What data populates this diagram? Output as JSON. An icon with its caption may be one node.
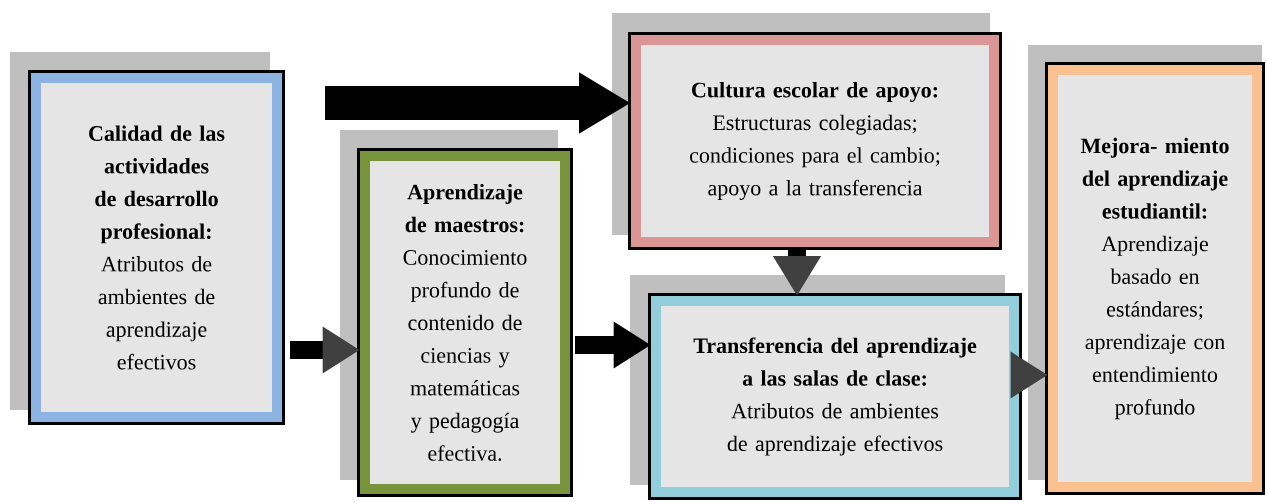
{
  "diagram": {
    "nodes": [
      {
        "text": [
          "Calidad de las actividades de desarrollo profesional:",
          "Atributos de ambientes de aprendizaje efectivos"
        ]
      },
      {
        "text": [
          "Aprendizaje de maestros:",
          "Conocimiento profundo de contenido de ciencias y matemáticas y pedagogía efectiva."
        ]
      },
      {
        "text": [
          "Cultura escolar de apoyo:",
          "Estructuras colegiadas; condiciones para el cambio; apoyo a la transferencia"
        ]
      },
      {
        "text": [
          "**Transferencia del aprendizaje a las salas de clase:** Atributos de ambientes de aprendizaje efectivos"
        ]
      },
      {
        "text": [
          "Mejora- miento del aprendizaje estudiantil:",
          "Aprendizaje basado en estándares; aprendizaje con entendimiento profundo"
        ]
      }
    ],
    "edges": [
      {
        "from": null,
        "to": 2,
        "arrow": "to",
        "style": "thick"
      },
      {
        "from": 0,
        "to": 1,
        "arrow": "to"
      },
      {
        "from": 1,
        "to": 3,
        "arrow": "to"
      },
      {
        "from": 2,
        "to": 3,
        "arrow": "to"
      },
      {
        "from": 3,
        "to": 4,
        "arrow": "to"
      }
    ]
  }
}
